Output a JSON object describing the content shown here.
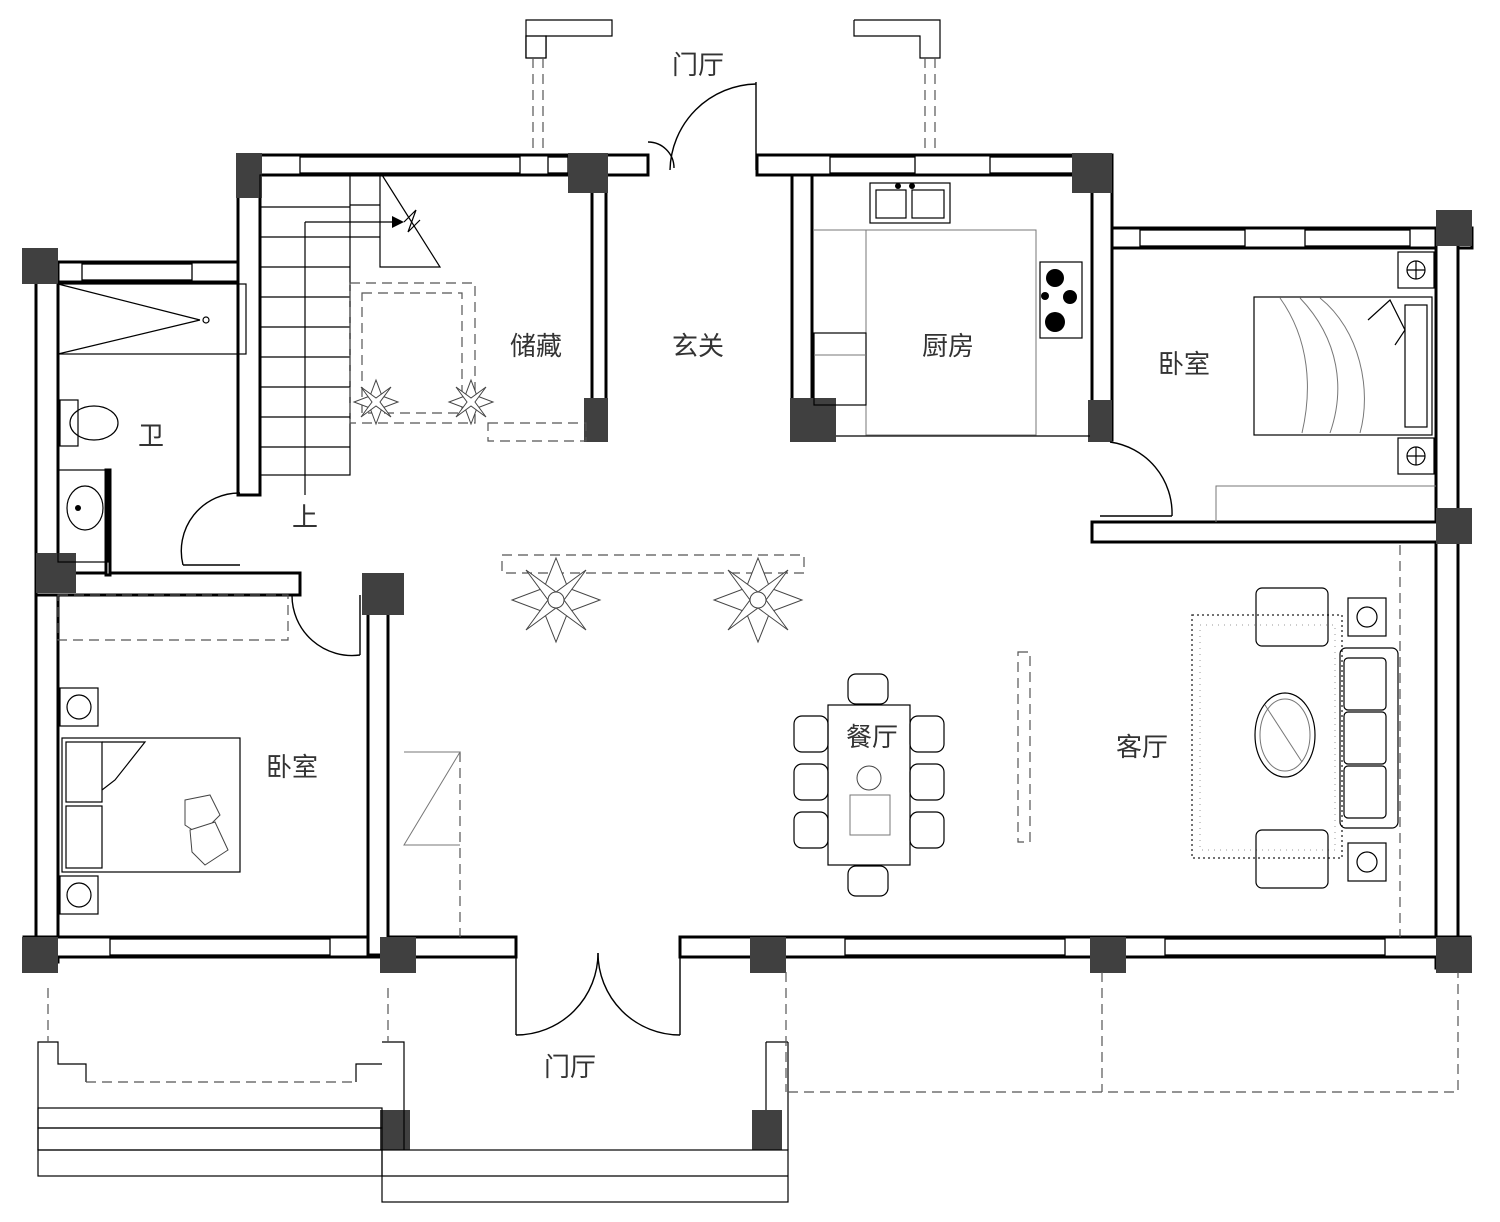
{
  "rooms": {
    "entrance_top": "门厅",
    "storage": "储藏",
    "foyer": "玄关",
    "kitchen": "厨房",
    "bedroom_east": "卧室",
    "bathroom": "卫",
    "stairs_up": "上",
    "dining": "餐厅",
    "living": "客厅",
    "bedroom_west": "卧室",
    "entrance_bottom": "门厅"
  },
  "colors": {
    "wall": "#000000",
    "column": "#404040",
    "background": "#ffffff",
    "text": "#333333"
  }
}
